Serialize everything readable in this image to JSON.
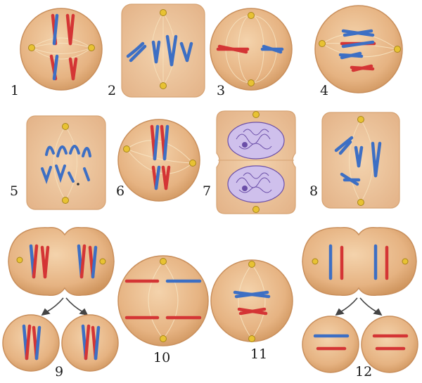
{
  "panels": [
    {
      "label": "1"
    },
    {
      "label": "2"
    },
    {
      "label": "3"
    },
    {
      "label": "4"
    },
    {
      "label": "5"
    },
    {
      "label": "6"
    },
    {
      "label": "7"
    },
    {
      "label": "8"
    },
    {
      "label": "9"
    },
    {
      "label": "10"
    },
    {
      "label": "11"
    },
    {
      "label": "12"
    }
  ],
  "colors": {
    "cell_fill": "#e8b887",
    "cell_edge": "#c98f5c",
    "chromosome_blue": "#3d6fc4",
    "chromosome_red": "#d43535",
    "centrosome": "#e8c233",
    "nucleus_fill": "#cfc0ec",
    "nucleus_edge": "#6b4fa8",
    "arrow": "#444444"
  }
}
